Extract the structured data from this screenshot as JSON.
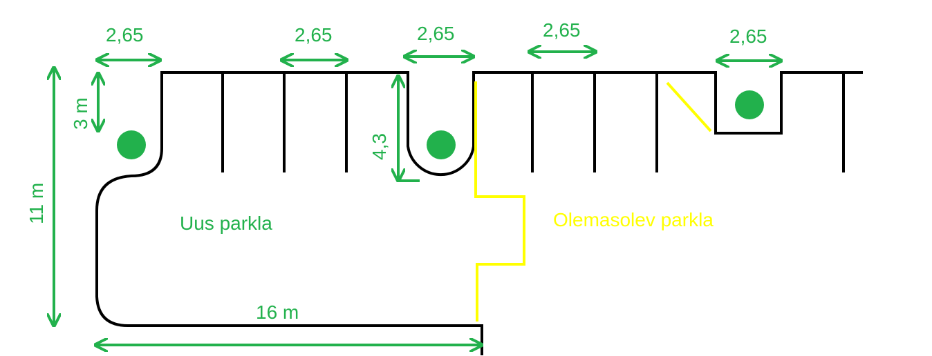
{
  "colors": {
    "outline": "#000000",
    "dimension": "#22b14c",
    "existing": "#ffff00"
  },
  "dimensions": {
    "stall_width_1": "2,65",
    "stall_width_2": "2,65",
    "stall_width_3": "2,65",
    "stall_width_4": "2,65",
    "stall_width_5": "2,65",
    "depth": "3 m",
    "total_height": "11 m",
    "island_depth": "4,3",
    "total_width": "16 m"
  },
  "areas": {
    "new": "Uus parkla",
    "existing": "Olemasolev parkla"
  }
}
